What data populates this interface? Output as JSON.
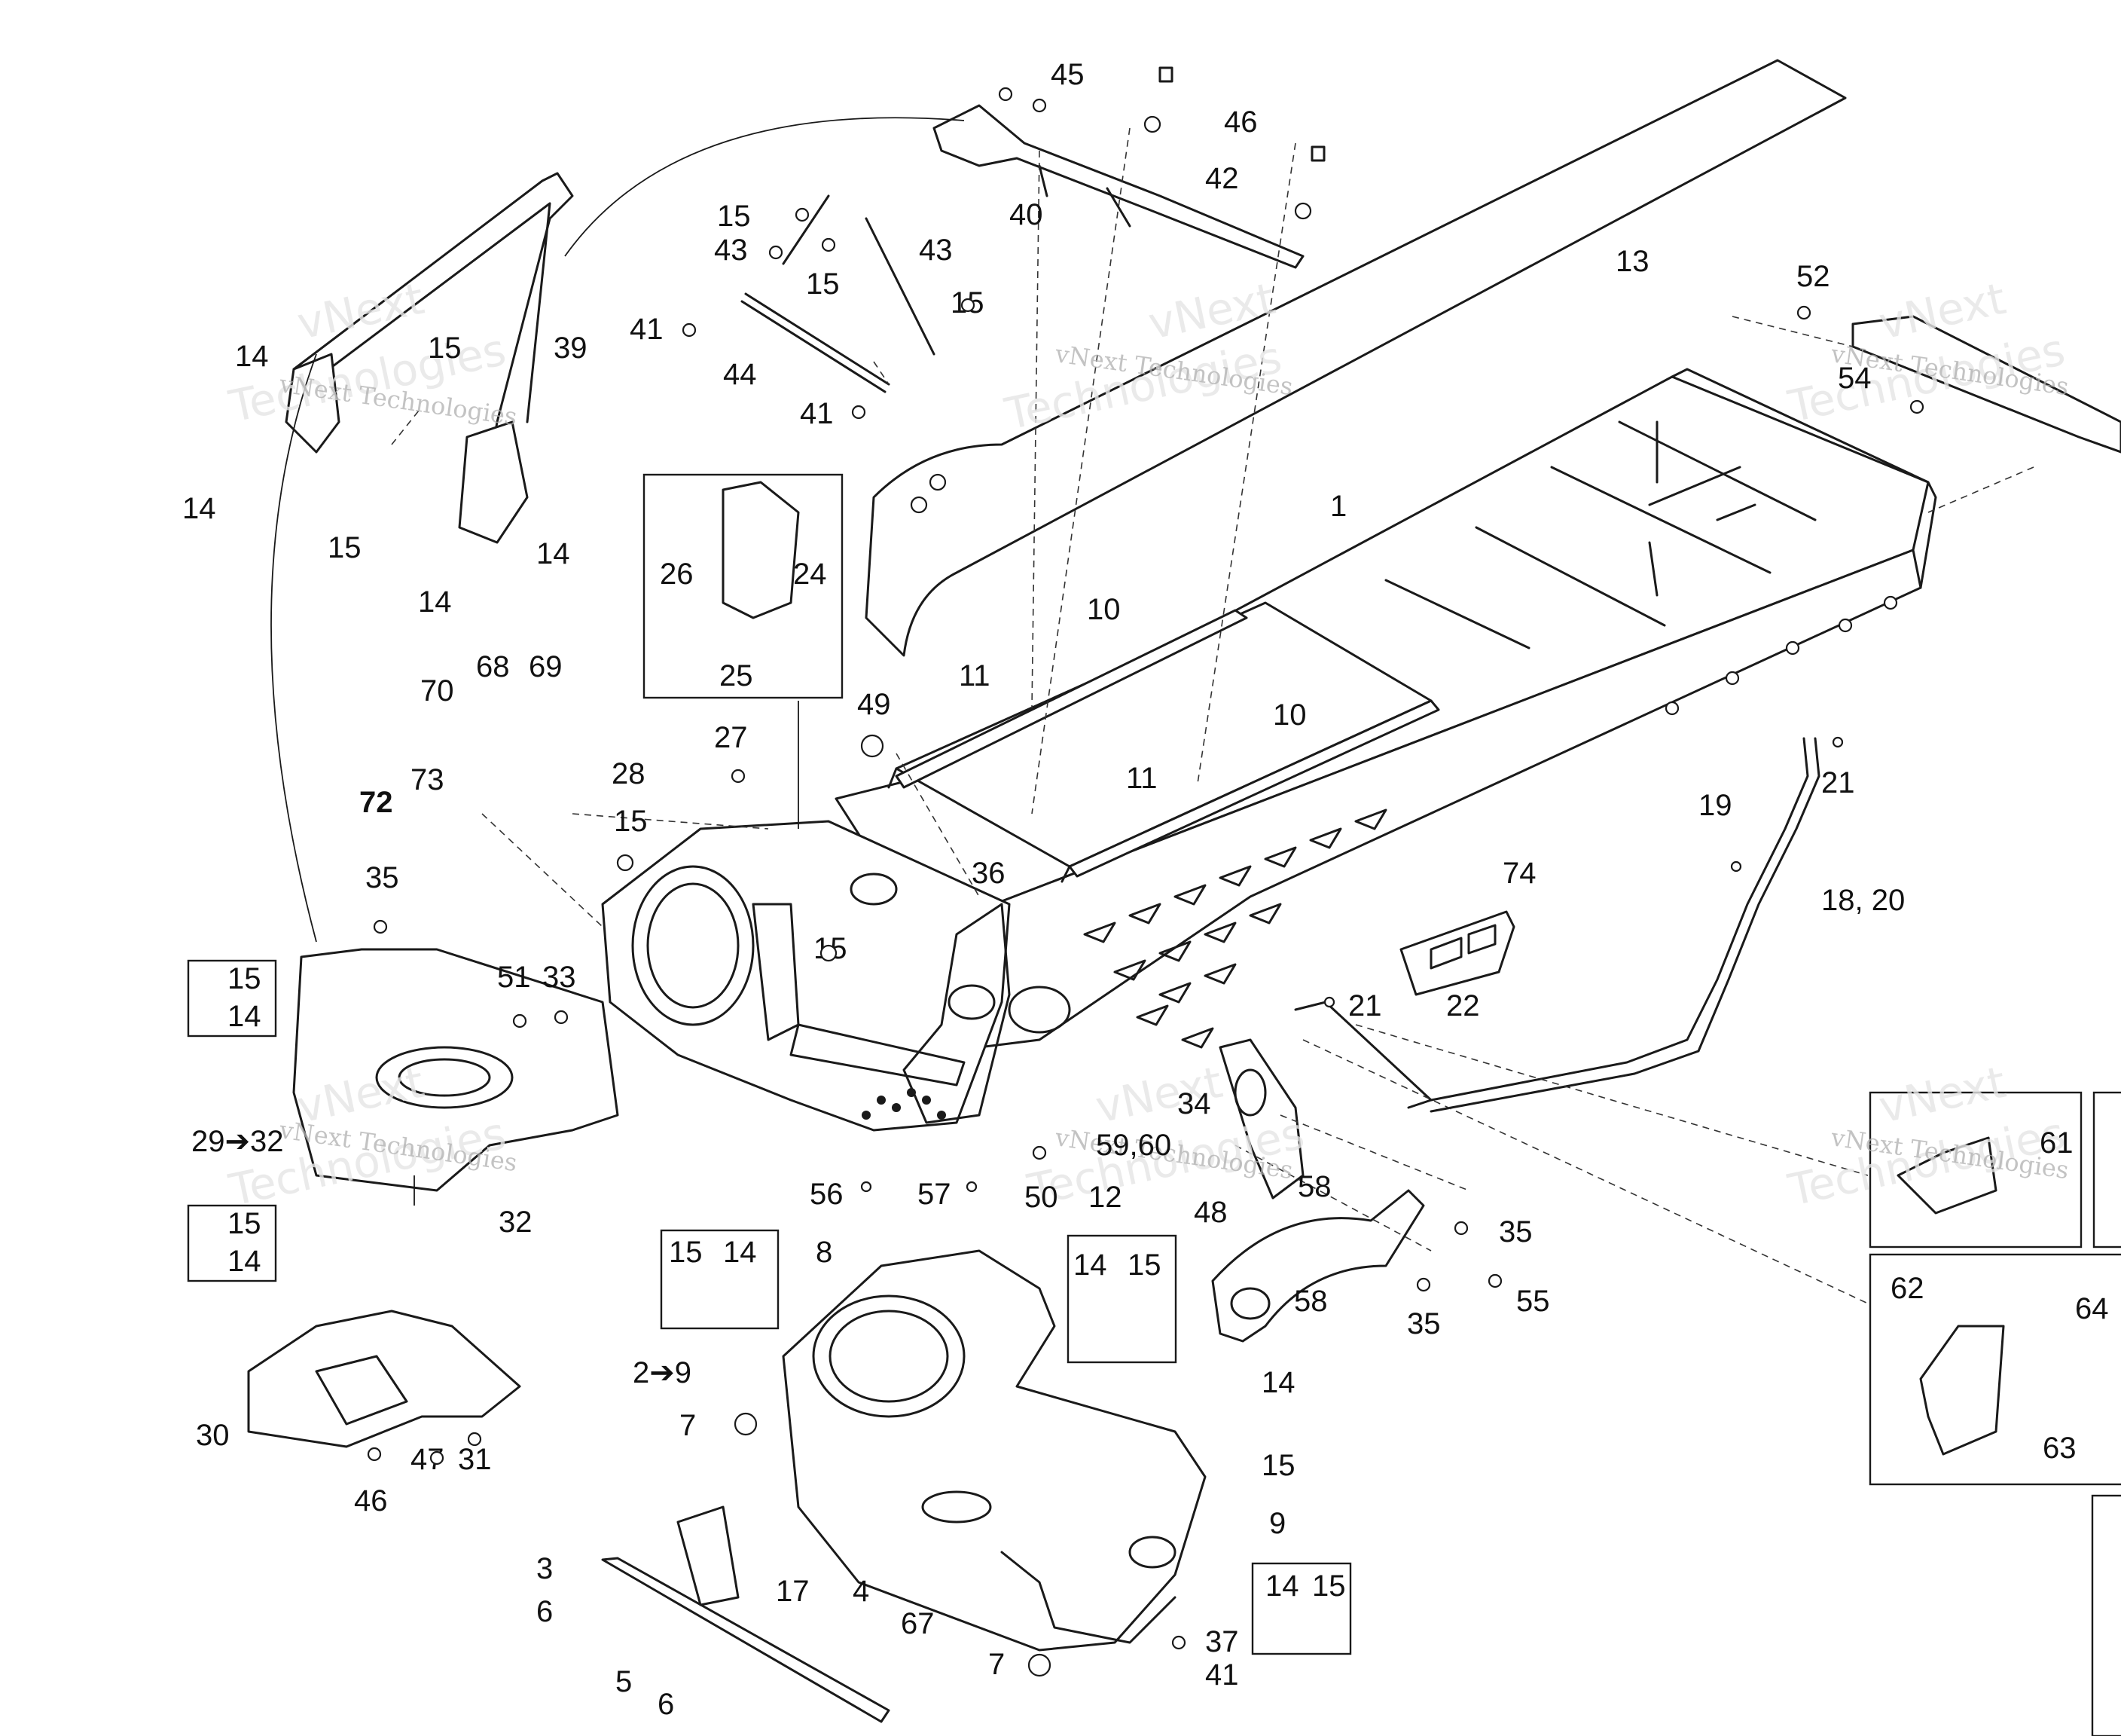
{
  "watermark": {
    "line1": "vNext Technologies",
    "line2": "vNext",
    "line3": "Technologies"
  },
  "callouts": {
    "c1": "1",
    "c2to9": "2➔9",
    "c3": "3",
    "c4": "4",
    "c5": "5",
    "c6a": "6",
    "c6b": "6",
    "c7a": "7",
    "c7b": "7",
    "c8": "8",
    "c9": "9",
    "c10a": "10",
    "c10b": "10",
    "c11a": "11",
    "c11b": "11",
    "c12": "12",
    "c13": "13",
    "c14": "14",
    "c15": "15",
    "c17": "17",
    "c18_20": "18, 20",
    "c19": "19",
    "c21a": "21",
    "c21b": "21",
    "c22": "22",
    "c24": "24",
    "c25": "25",
    "c26": "26",
    "c27": "27",
    "c28": "28",
    "c29to32": "29➔32",
    "c30": "30",
    "c31": "31",
    "c32": "32",
    "c33": "33",
    "c34": "34",
    "c35": "35",
    "c36": "36",
    "c37": "37",
    "c39": "39",
    "c40": "40",
    "c41": "41",
    "c42": "42",
    "c43": "43",
    "c44": "44",
    "c45": "45",
    "c46": "46",
    "c47": "47",
    "c48": "48",
    "c49": "49",
    "c50": "50",
    "c51": "51",
    "c52": "52",
    "c54": "54",
    "c55": "55",
    "c56": "56",
    "c57": "57",
    "c58": "58",
    "c59_60": "59,60",
    "c61": "61",
    "c62": "62",
    "c63": "63",
    "c64": "64",
    "c67": "67",
    "c68": "68",
    "c69": "69",
    "c70": "70",
    "c72": "72",
    "c73": "73",
    "c74": "74"
  },
  "colors": {
    "line": "#1a1a1a",
    "background": "#ffffff",
    "watermark": "#b0b0b0"
  }
}
